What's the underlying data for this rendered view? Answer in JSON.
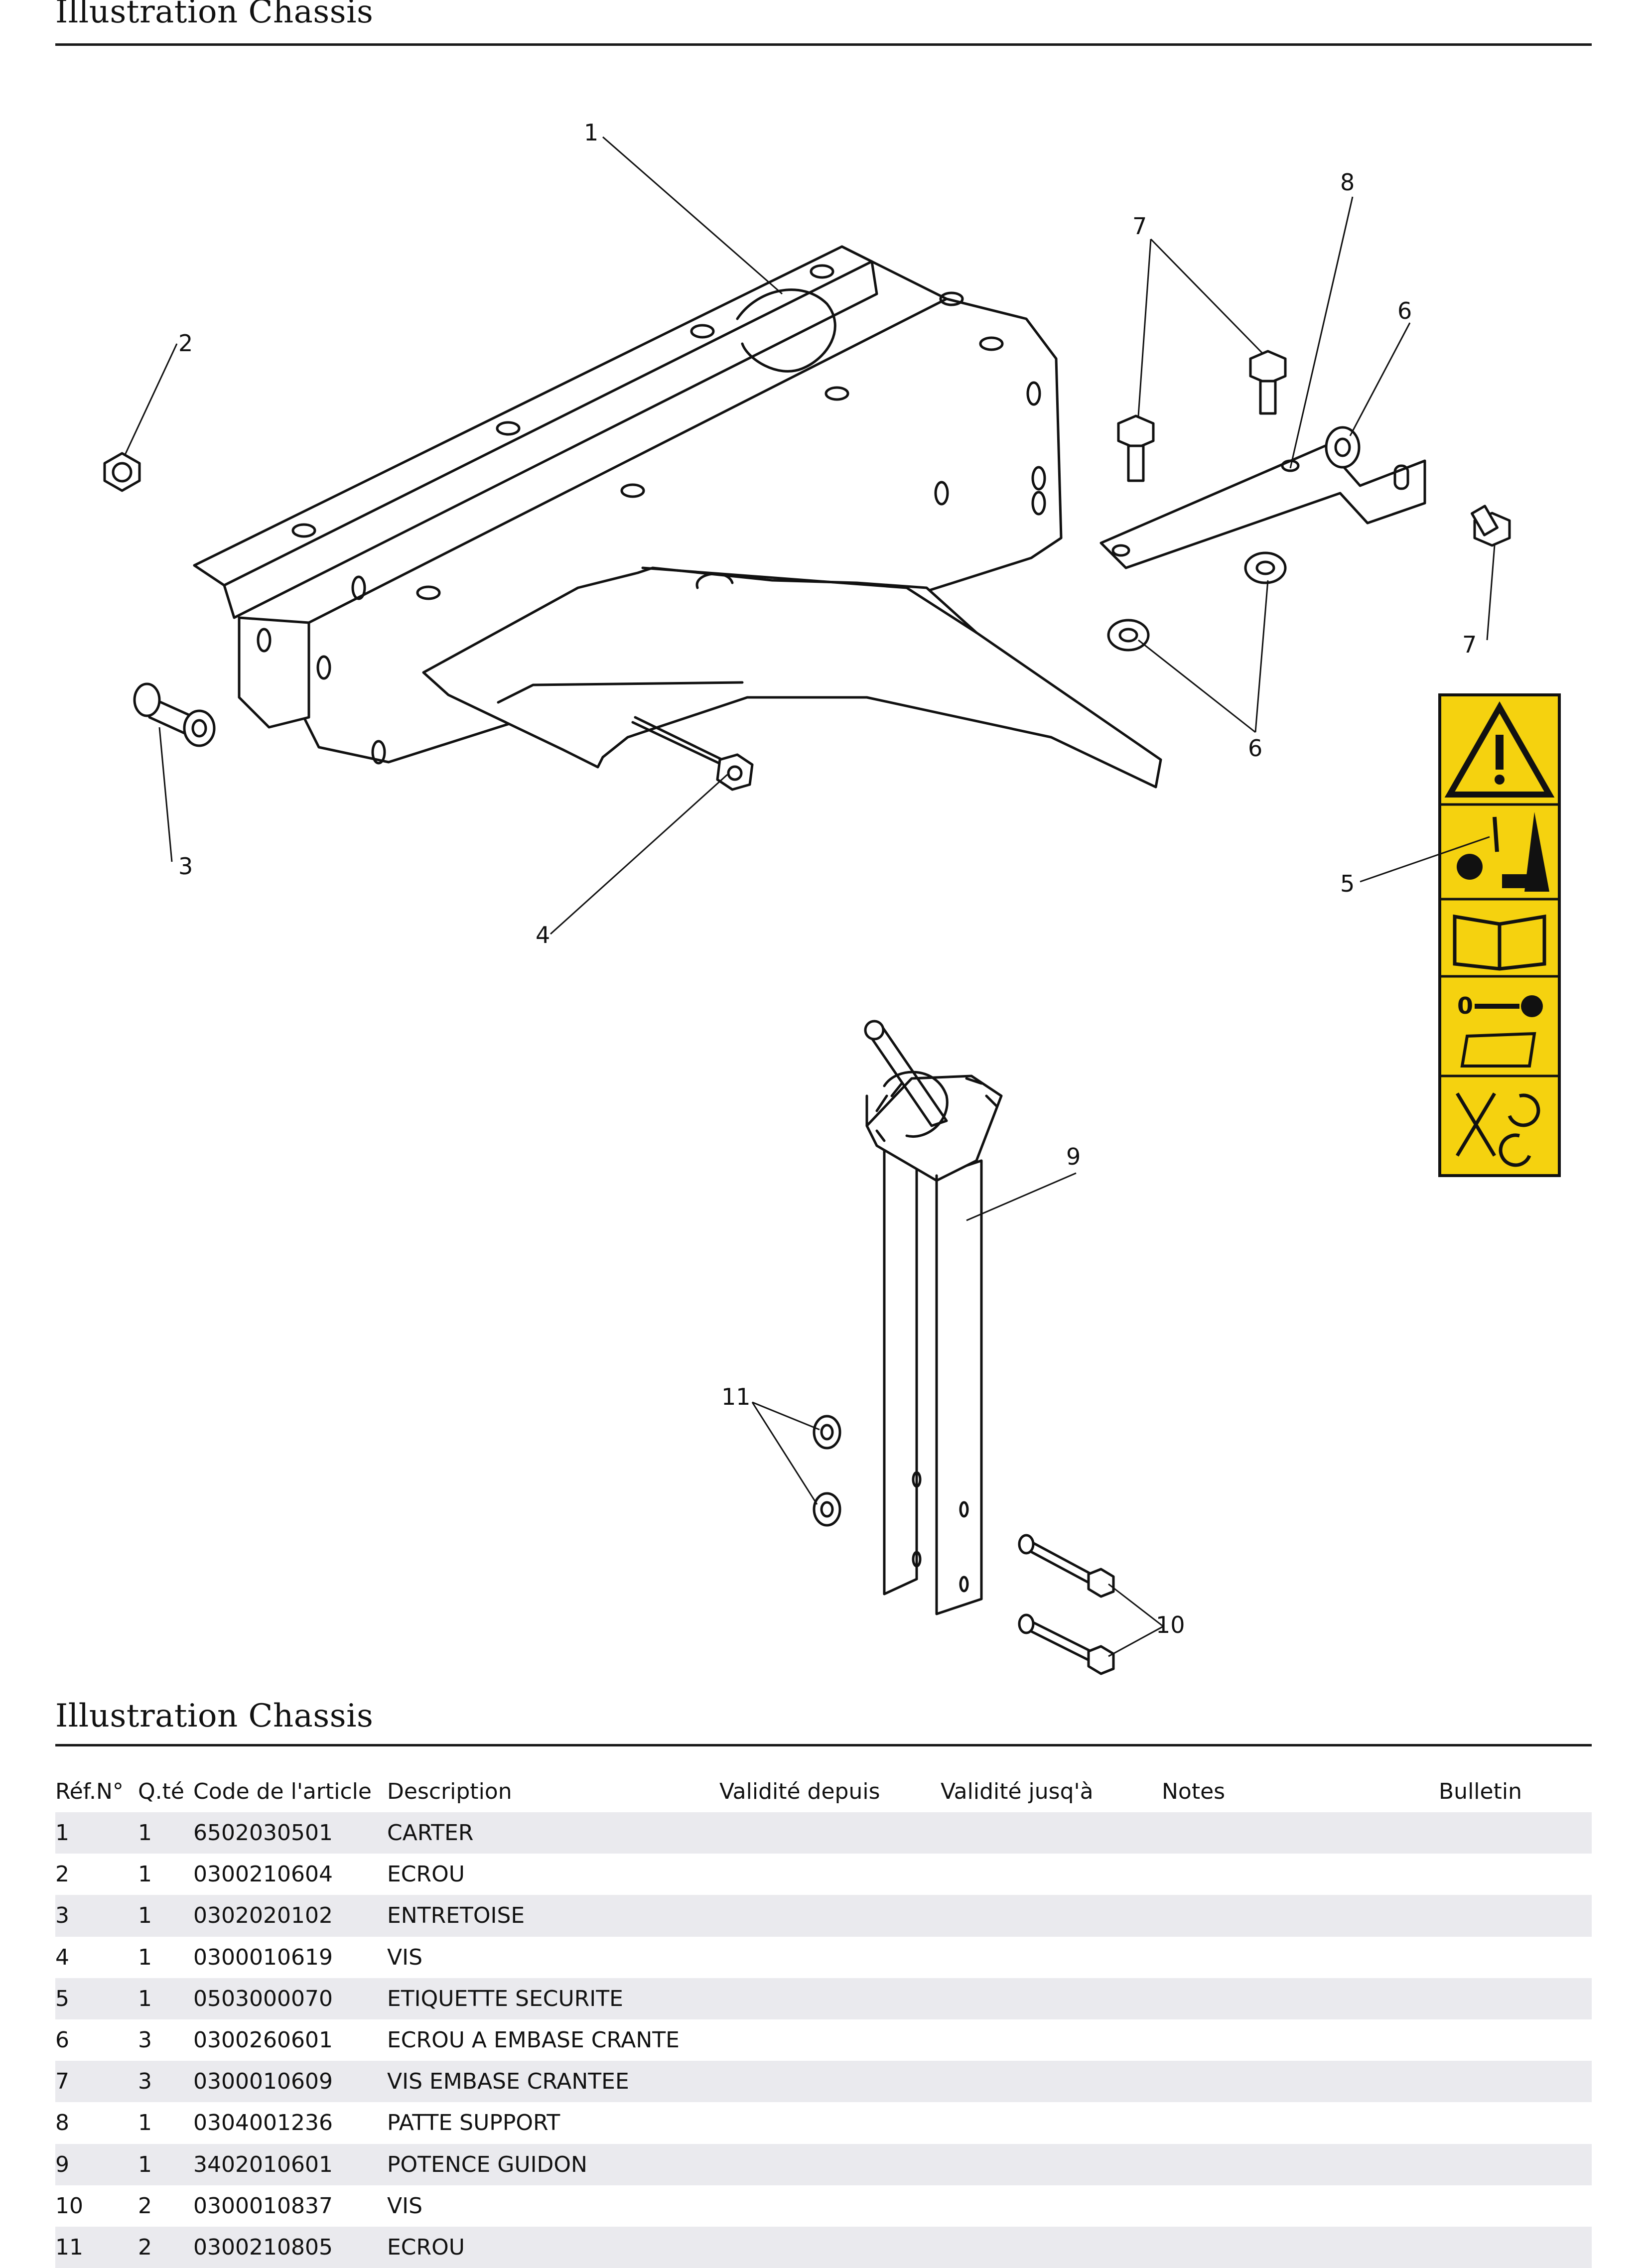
{
  "header": {
    "title": "Illustration  Chassis"
  },
  "diagram": {
    "callouts": [
      "1",
      "2",
      "3",
      "4",
      "5",
      "6",
      "6",
      "7",
      "7",
      "8",
      "9",
      "10",
      "11"
    ],
    "safety_label": {
      "text": "0",
      "panels": [
        "warning-triangle-icon",
        "rotating-blade-icon",
        "manual-book-icon",
        "key-removal-icon",
        "no-stand-rotation-icon"
      ]
    }
  },
  "table": {
    "title": "Illustration  Chassis",
    "headers": [
      "Réf.N°",
      "Q.té",
      "Code de l'article",
      "Description",
      "Validité depuis",
      "Validité jusq'à",
      "Notes",
      "Bulletin"
    ],
    "rows": [
      [
        "1",
        "1",
        "6502030501",
        "CARTER",
        "",
        "",
        "",
        ""
      ],
      [
        "2",
        "1",
        "0300210604",
        "ECROU",
        "",
        "",
        "",
        ""
      ],
      [
        "3",
        "1",
        "0302020102",
        "ENTRETOISE",
        "",
        "",
        "",
        ""
      ],
      [
        "4",
        "1",
        "0300010619",
        "VIS",
        "",
        "",
        "",
        ""
      ],
      [
        "5",
        "1",
        "0503000070",
        "ETIQUETTE SECURITE",
        "",
        "",
        "",
        ""
      ],
      [
        "6",
        "3",
        "0300260601",
        "ECROU A EMBASE CRANTE",
        "",
        "",
        "",
        ""
      ],
      [
        "7",
        "3",
        "0300010609",
        "VIS EMBASE CRANTEE",
        "",
        "",
        "",
        ""
      ],
      [
        "8",
        "1",
        "0304001236",
        "PATTE SUPPORT",
        "",
        "",
        "",
        ""
      ],
      [
        "9",
        "1",
        "3402010601",
        "POTENCE GUIDON",
        "",
        "",
        "",
        ""
      ],
      [
        "10",
        "2",
        "0300010837",
        "VIS",
        "",
        "",
        "",
        ""
      ],
      [
        "11",
        "2",
        "0300210805",
        "ECROU",
        "",
        "",
        "",
        ""
      ]
    ]
  },
  "colors": {
    "label_yellow": "#f5d20f",
    "row_shade": "#eaeaee",
    "rule": "#1a1a1a"
  }
}
